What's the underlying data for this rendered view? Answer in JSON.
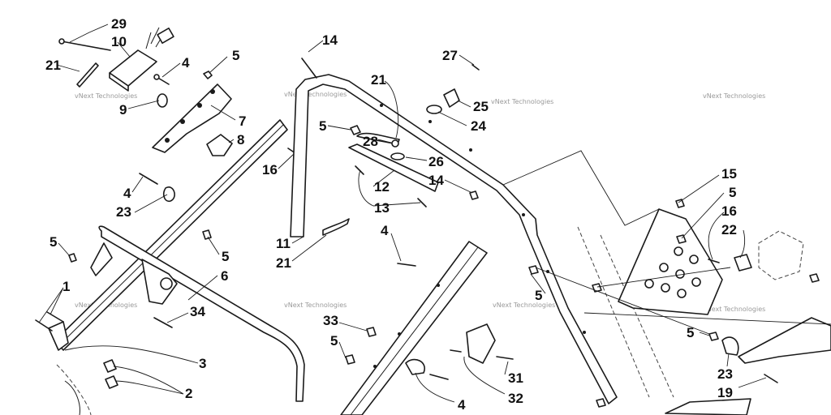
{
  "callouts": [
    {
      "id": "c29",
      "text": "29"
    },
    {
      "id": "c10",
      "text": "10"
    },
    {
      "id": "c21a",
      "text": "21"
    },
    {
      "id": "c4a",
      "text": "4"
    },
    {
      "id": "c5a",
      "text": "5"
    },
    {
      "id": "c9",
      "text": "9"
    },
    {
      "id": "c7",
      "text": "7"
    },
    {
      "id": "c8",
      "text": "8"
    },
    {
      "id": "c16a",
      "text": "16"
    },
    {
      "id": "c4b",
      "text": "4"
    },
    {
      "id": "c23a",
      "text": "23"
    },
    {
      "id": "c5b",
      "text": "5"
    },
    {
      "id": "c5c",
      "text": "5"
    },
    {
      "id": "c6",
      "text": "6"
    },
    {
      "id": "c1",
      "text": "1"
    },
    {
      "id": "c34",
      "text": "34"
    },
    {
      "id": "c3",
      "text": "3"
    },
    {
      "id": "c2",
      "text": "2"
    },
    {
      "id": "c14a",
      "text": "14"
    },
    {
      "id": "c21b",
      "text": "21"
    },
    {
      "id": "c5d",
      "text": "5"
    },
    {
      "id": "c28",
      "text": "28"
    },
    {
      "id": "c26",
      "text": "26"
    },
    {
      "id": "c12",
      "text": "12"
    },
    {
      "id": "c13",
      "text": "13"
    },
    {
      "id": "c14b",
      "text": "14"
    },
    {
      "id": "c27",
      "text": "27"
    },
    {
      "id": "c25",
      "text": "25"
    },
    {
      "id": "c24",
      "text": "24"
    },
    {
      "id": "c11",
      "text": "11"
    },
    {
      "id": "c21c",
      "text": "21"
    },
    {
      "id": "c4c",
      "text": "4"
    },
    {
      "id": "c33",
      "text": "33"
    },
    {
      "id": "c5e",
      "text": "5"
    },
    {
      "id": "c31",
      "text": "31"
    },
    {
      "id": "c32",
      "text": "32"
    },
    {
      "id": "c4d",
      "text": "4"
    },
    {
      "id": "c15",
      "text": "15"
    },
    {
      "id": "c5f",
      "text": "5"
    },
    {
      "id": "c16b",
      "text": "16"
    },
    {
      "id": "c22",
      "text": "22"
    },
    {
      "id": "c5g",
      "text": "5"
    },
    {
      "id": "c5h",
      "text": "5"
    },
    {
      "id": "c23b",
      "text": "23"
    },
    {
      "id": "c19",
      "text": "19"
    }
  ],
  "watermark": "vNext Technologies",
  "colors": {
    "ink": "#1a1a1a",
    "watermark": "#9a9a9a",
    "background": "#ffffff"
  }
}
